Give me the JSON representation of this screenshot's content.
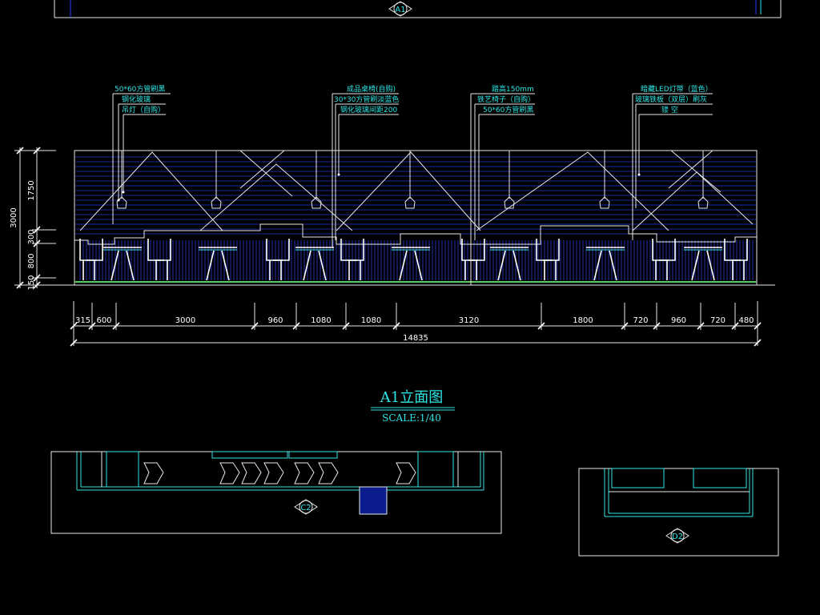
{
  "colors": {
    "background": "#000000",
    "line_white": "#e8e8e8",
    "line_cyan": "#2fe6e6",
    "line_blue": "#2a3cff",
    "fill_navy": "#0d1c8c",
    "floor_green": "#55cc55"
  },
  "top_marker": {
    "label": "A1"
  },
  "callouts": [
    {
      "lines": [
        "50*60方管刷黑",
        "钢化玻璃",
        "吊灯（自购）"
      ]
    },
    {
      "lines": [
        "成品桌椅(自购)",
        "30*30方管刷淡蓝色",
        "钢化玻璃间距200"
      ]
    },
    {
      "lines": [
        "踏高150mm",
        "铁艺椅子（自购）",
        "50*60方管刷黑"
      ]
    },
    {
      "lines": [
        "暗藏LED灯带（蓝色）",
        "玻璃铁板（双层）刷灰",
        "镂  空"
      ]
    }
  ],
  "vertical_dims": [
    "3000",
    "1750",
    "300",
    "800",
    "150"
  ],
  "horizontal_dims": [
    "315",
    "600",
    "3000",
    "960",
    "1080",
    "1080",
    "3120",
    "1800",
    "720",
    "960",
    "720",
    "480"
  ],
  "total_dim": "14835",
  "title": "A1立面图",
  "scale": "SCALE:1/40",
  "plan_tags": {
    "c2": "C2",
    "d2": "D2"
  }
}
